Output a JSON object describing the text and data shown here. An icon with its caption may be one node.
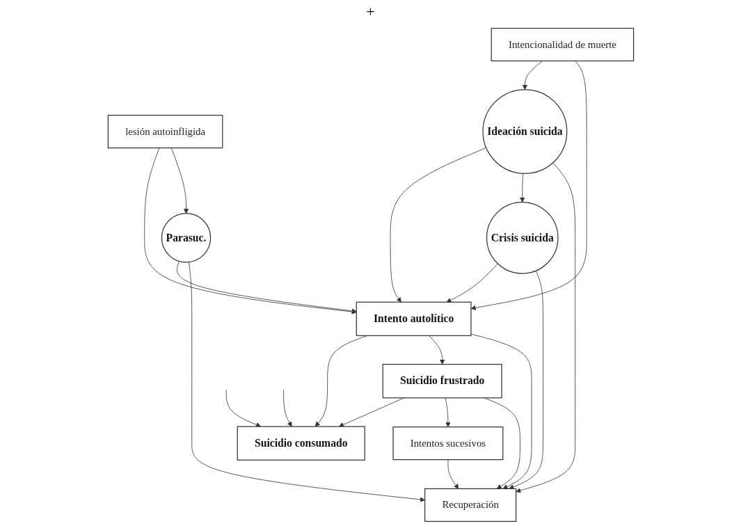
{
  "diagram": {
    "nodes": [
      {
        "text": [
          "Intencionalidad de muerte"
        ]
      },
      {
        "text": [
          "lesión autoinfligida"
        ]
      },
      {
        "text": [
          "Ideación suicida"
        ]
      },
      {
        "text": [
          "Intento autolítico"
        ]
      },
      {
        "text": [
          "Parasuc."
        ]
      },
      {
        "text": [
          "Crisis suicida"
        ]
      },
      {
        "text": [
          "Suicidio consumado"
        ]
      },
      {
        "text": [
          "Suicidio frustrado"
        ]
      },
      {
        "text": [
          "Intentos sucesivos"
        ]
      },
      {
        "text": [
          "Recuperación"
        ]
      }
    ],
    "edges": [
      {
        "from": 0,
        "to": 2,
        "arrow": "to"
      },
      {
        "from": 0,
        "to": 3,
        "arrow": "to"
      },
      {
        "from": 1,
        "to": 3,
        "arrow": "to"
      },
      {
        "from": 1,
        "to": 4,
        "arrow": "to"
      },
      {
        "from": 2,
        "to": 3,
        "arrow": "to"
      },
      {
        "from": 4,
        "to": 3,
        "arrow": "to"
      },
      {
        "from": 2,
        "to": 5,
        "arrow": "to"
      },
      {
        "from": 5,
        "to": 3,
        "arrow": "to"
      },
      {
        "from": 3,
        "to": 6,
        "arrow": "to"
      },
      {
        "from": 3,
        "to": 7,
        "arrow": "to"
      },
      {
        "from": 7,
        "to": 6,
        "arrow": "to"
      },
      {
        "from": null,
        "to": 6,
        "arrow": "to"
      },
      {
        "from": null,
        "to": 6,
        "arrow": "to"
      },
      {
        "from": 7,
        "to": 8,
        "arrow": "to"
      },
      {
        "from": 7,
        "to": 9,
        "arrow": "to"
      },
      {
        "from": 3,
        "to": 9,
        "arrow": "to"
      },
      {
        "from": 4,
        "to": 9,
        "arrow": "to"
      },
      {
        "from": 8,
        "to": 9,
        "arrow": "to"
      },
      {
        "from": 2,
        "to": 9,
        "arrow": "to"
      },
      {
        "from": 5,
        "to": 9,
        "arrow": "to"
      }
    ],
    "labels": [
      "+"
    ]
  }
}
